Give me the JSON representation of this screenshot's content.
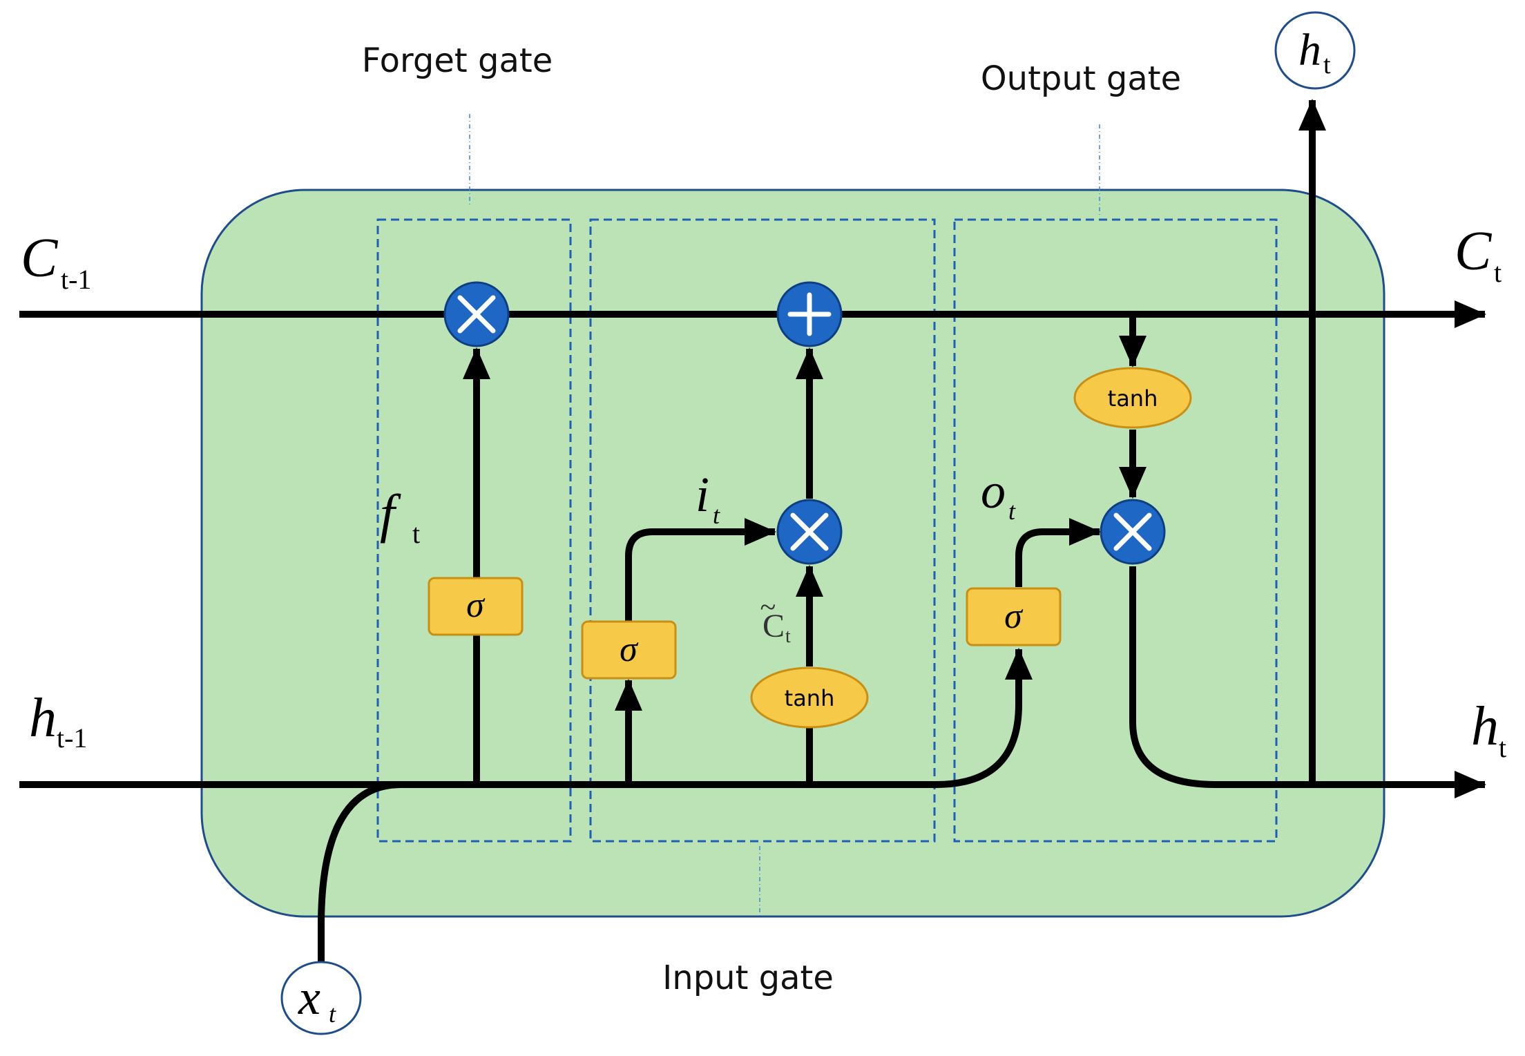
{
  "labels": {
    "forget_gate": "Forget gate",
    "input_gate": "Input gate",
    "output_gate": "Output gate"
  },
  "states": {
    "c_prev": {
      "base": "C",
      "sub": "t-1"
    },
    "c_next": {
      "base": "C",
      "sub": "t"
    },
    "h_prev": {
      "base": "h",
      "sub": "t-1"
    },
    "h_next": {
      "base": "h",
      "sub": "t"
    },
    "h_out": {
      "base": "h",
      "sub": "t"
    },
    "x_in": {
      "base": "x",
      "sub": "t"
    }
  },
  "signals": {
    "f": {
      "base": "f",
      "sub": "t"
    },
    "i": {
      "base": "i",
      "sub": "t"
    },
    "o": {
      "base": "o",
      "sub": "t"
    },
    "c_tilde": {
      "base": "C",
      "sub": "t"
    }
  },
  "blocks": {
    "sigma_forget": "σ",
    "sigma_input": "σ",
    "sigma_output": "σ",
    "tanh_input": "tanh",
    "tanh_output": "tanh"
  },
  "colors": {
    "cell_fill": "#bce3b6",
    "cell_stroke": "#1f4d8c",
    "gate_fill": "#f7c948",
    "operator_fill": "#1f67c4",
    "dashed_box": "#1f5fb5"
  }
}
